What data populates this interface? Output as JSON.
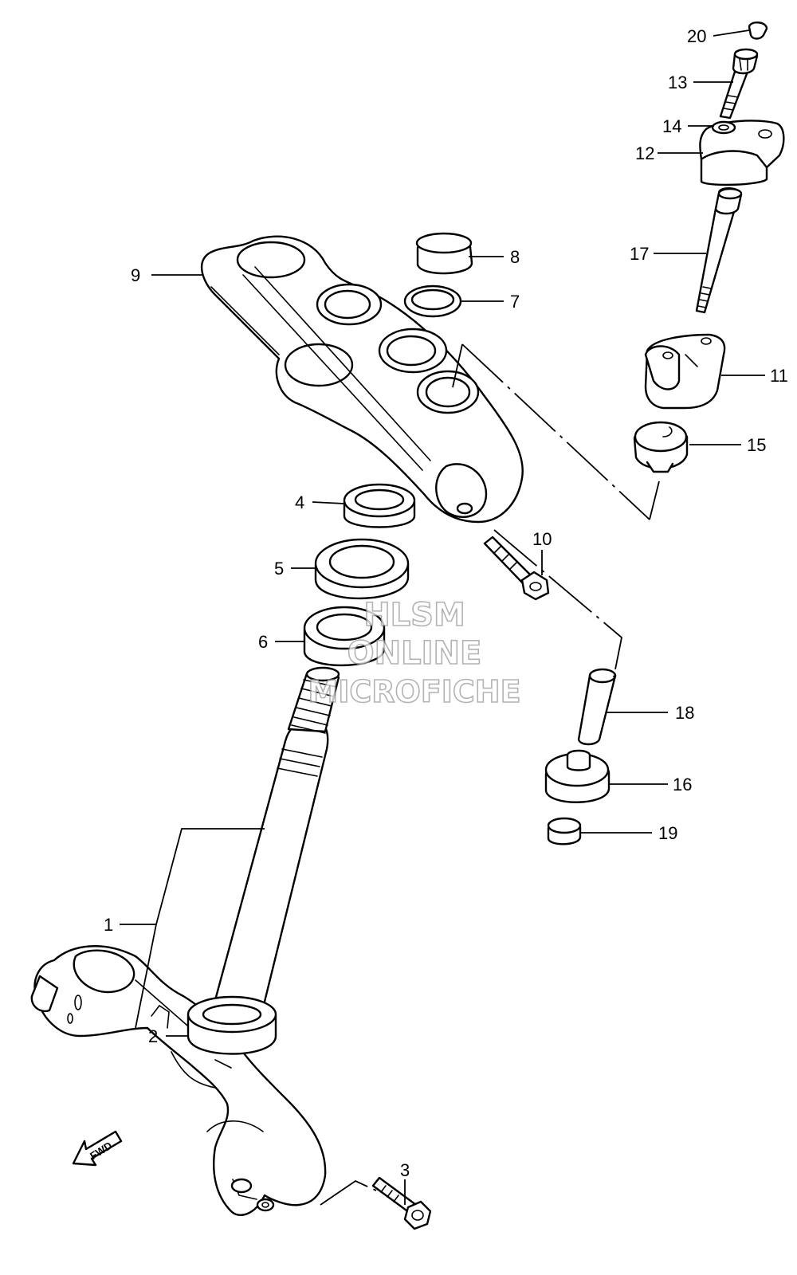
{
  "callouts": {
    "p1": "1",
    "p2": "2",
    "p3": "3",
    "p4": "4",
    "p5": "5",
    "p6": "6",
    "p7": "7",
    "p8": "8",
    "p9": "9",
    "p10": "10",
    "p11": "11",
    "p12": "12",
    "p13": "13",
    "p14": "14",
    "p15": "15",
    "p16": "16",
    "p17": "17",
    "p18": "18",
    "p19": "19",
    "p20": "20"
  },
  "watermark": {
    "line1": "HLSM",
    "line2": "ONLINE",
    "line3": "MICROFICHE"
  },
  "direction_arrow": {
    "label": "FWD"
  },
  "colors": {
    "ink": "#000000",
    "paper": "#ffffff",
    "watermark": "#9a9a9a"
  }
}
